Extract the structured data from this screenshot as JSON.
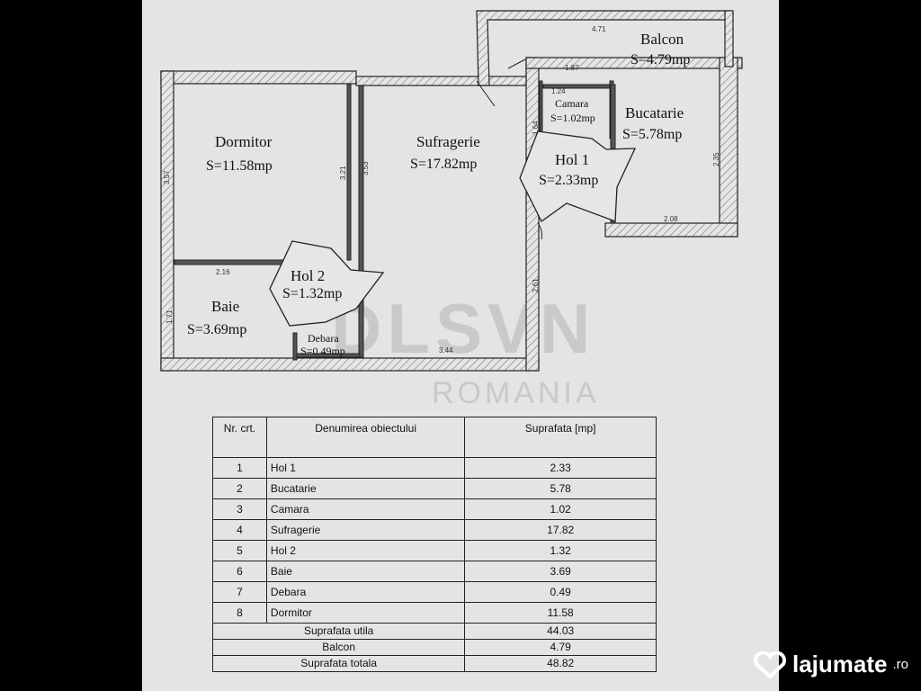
{
  "rooms": [
    {
      "id": "dormitor",
      "name": "Dormitor",
      "area": "S=11.58mp"
    },
    {
      "id": "sufragerie",
      "name": "Sufragerie",
      "area": "S=17.82mp"
    },
    {
      "id": "balcon",
      "name": "Balcon",
      "area": "S=4.79mp"
    },
    {
      "id": "camara",
      "name": "Camara",
      "area": "S=1.02mp"
    },
    {
      "id": "bucatarie",
      "name": "Bucatarie",
      "area": "S=5.78mp"
    },
    {
      "id": "hol1",
      "name": "Hol 1",
      "area": "S=2.33mp"
    },
    {
      "id": "hol2",
      "name": "Hol 2",
      "area": "S=1.32mp"
    },
    {
      "id": "baie",
      "name": "Baie",
      "area": "S=3.69mp"
    },
    {
      "id": "debara",
      "name": "Debara",
      "area": "S=0.49mp"
    }
  ],
  "dimensions": [
    "4.71",
    "1.87",
    "1.24",
    "3.57",
    "3.21",
    "3.53",
    "1.64",
    "2.35",
    "2.08",
    "2.16",
    "1.71",
    "2.61",
    "3.44"
  ],
  "watermark": {
    "brand": "DLSVN",
    "sub": "ROMANIA"
  },
  "table": {
    "headers": {
      "nr": "Nr. crt.",
      "name": "Denumirea obiectului",
      "area": "Suprafata [mp]"
    },
    "rows": [
      {
        "nr": "1",
        "name": "Hol 1",
        "area": "2.33"
      },
      {
        "nr": "2",
        "name": "Bucatarie",
        "area": "5.78"
      },
      {
        "nr": "3",
        "name": "Camara",
        "area": "1.02"
      },
      {
        "nr": "4",
        "name": "Sufragerie",
        "area": "17.82"
      },
      {
        "nr": "5",
        "name": "Hol 2",
        "area": "1.32"
      },
      {
        "nr": "6",
        "name": "Baie",
        "area": "3.69"
      },
      {
        "nr": "7",
        "name": "Debara",
        "area": "0.49"
      },
      {
        "nr": "8",
        "name": "Dormitor",
        "area": "11.58"
      }
    ],
    "summary": [
      {
        "label": "Suprafata utila",
        "value": "44.03"
      },
      {
        "label": "Balcon",
        "value": "4.79"
      },
      {
        "label": "Suprafata totala",
        "value": "48.82"
      }
    ]
  },
  "brand": {
    "name": "lajumate",
    "tld": ".ro"
  }
}
